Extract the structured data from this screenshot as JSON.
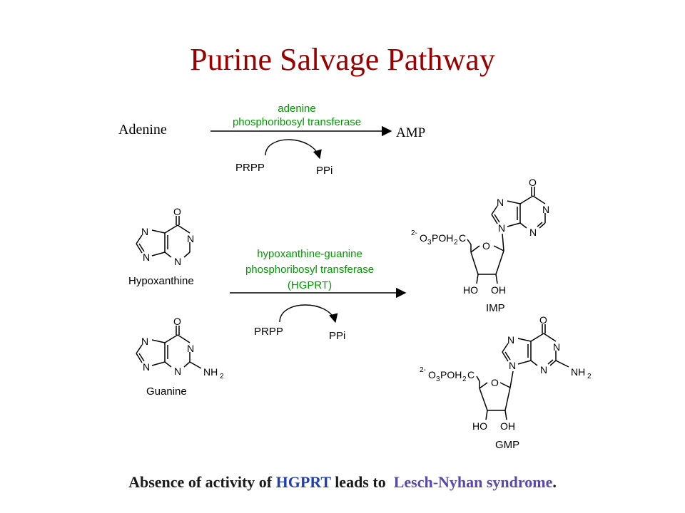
{
  "title": "Purine Salvage Pathway",
  "reaction1": {
    "substrate": "Adenine",
    "product": "AMP",
    "enzyme_line1": "adenine",
    "enzyme_line2": "phosphoribosyl transferase",
    "cosubstrate": "PRPP",
    "coproduct": "PPi"
  },
  "reaction2": {
    "enzyme_line1": "hypoxanthine-guanine",
    "enzyme_line2": "phosphoribosyl transferase",
    "enzyme_line3": "(HGPRT)",
    "cosubstrate": "PRPP",
    "coproduct": "PPi"
  },
  "molecules": {
    "hypoxanthine": "Hypoxanthine",
    "guanine": "Guanine",
    "imp": "IMP",
    "gmp": "GMP"
  },
  "atoms": {
    "N": "N",
    "O": "O",
    "HO": "HO",
    "OH": "OH",
    "NH": "NH",
    "sub2": "2",
    "sup_charge": "2-",
    "O3": "O",
    "sub3": "3",
    "POH": "POH",
    "C": "C"
  },
  "footer": {
    "part1": "Absence of activity of ",
    "highlight1": "HGPRT",
    "part2": " leads to  ",
    "highlight2": "Lesch-Nyhan syndrome",
    "part3": "."
  },
  "colors": {
    "title": "#990000",
    "enzyme": "#009900",
    "hgprt_footer": "#1f3fb0",
    "syndrome": "#5a48a8"
  }
}
